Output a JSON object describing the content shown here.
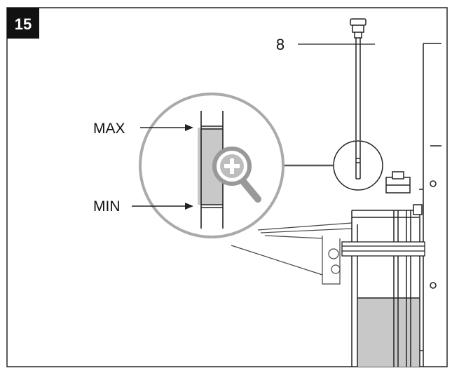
{
  "step_number": "15",
  "callout_number": "8",
  "level_labels": {
    "max": "MAX",
    "min": "MIN"
  },
  "colors": {
    "line": "#222222",
    "fluid": "#c8c8c8",
    "magnifier": "#b5b5b5",
    "badge": "#111111",
    "badge_text": "#ffffff"
  },
  "icons": [
    "magnifier-plus-icon"
  ]
}
